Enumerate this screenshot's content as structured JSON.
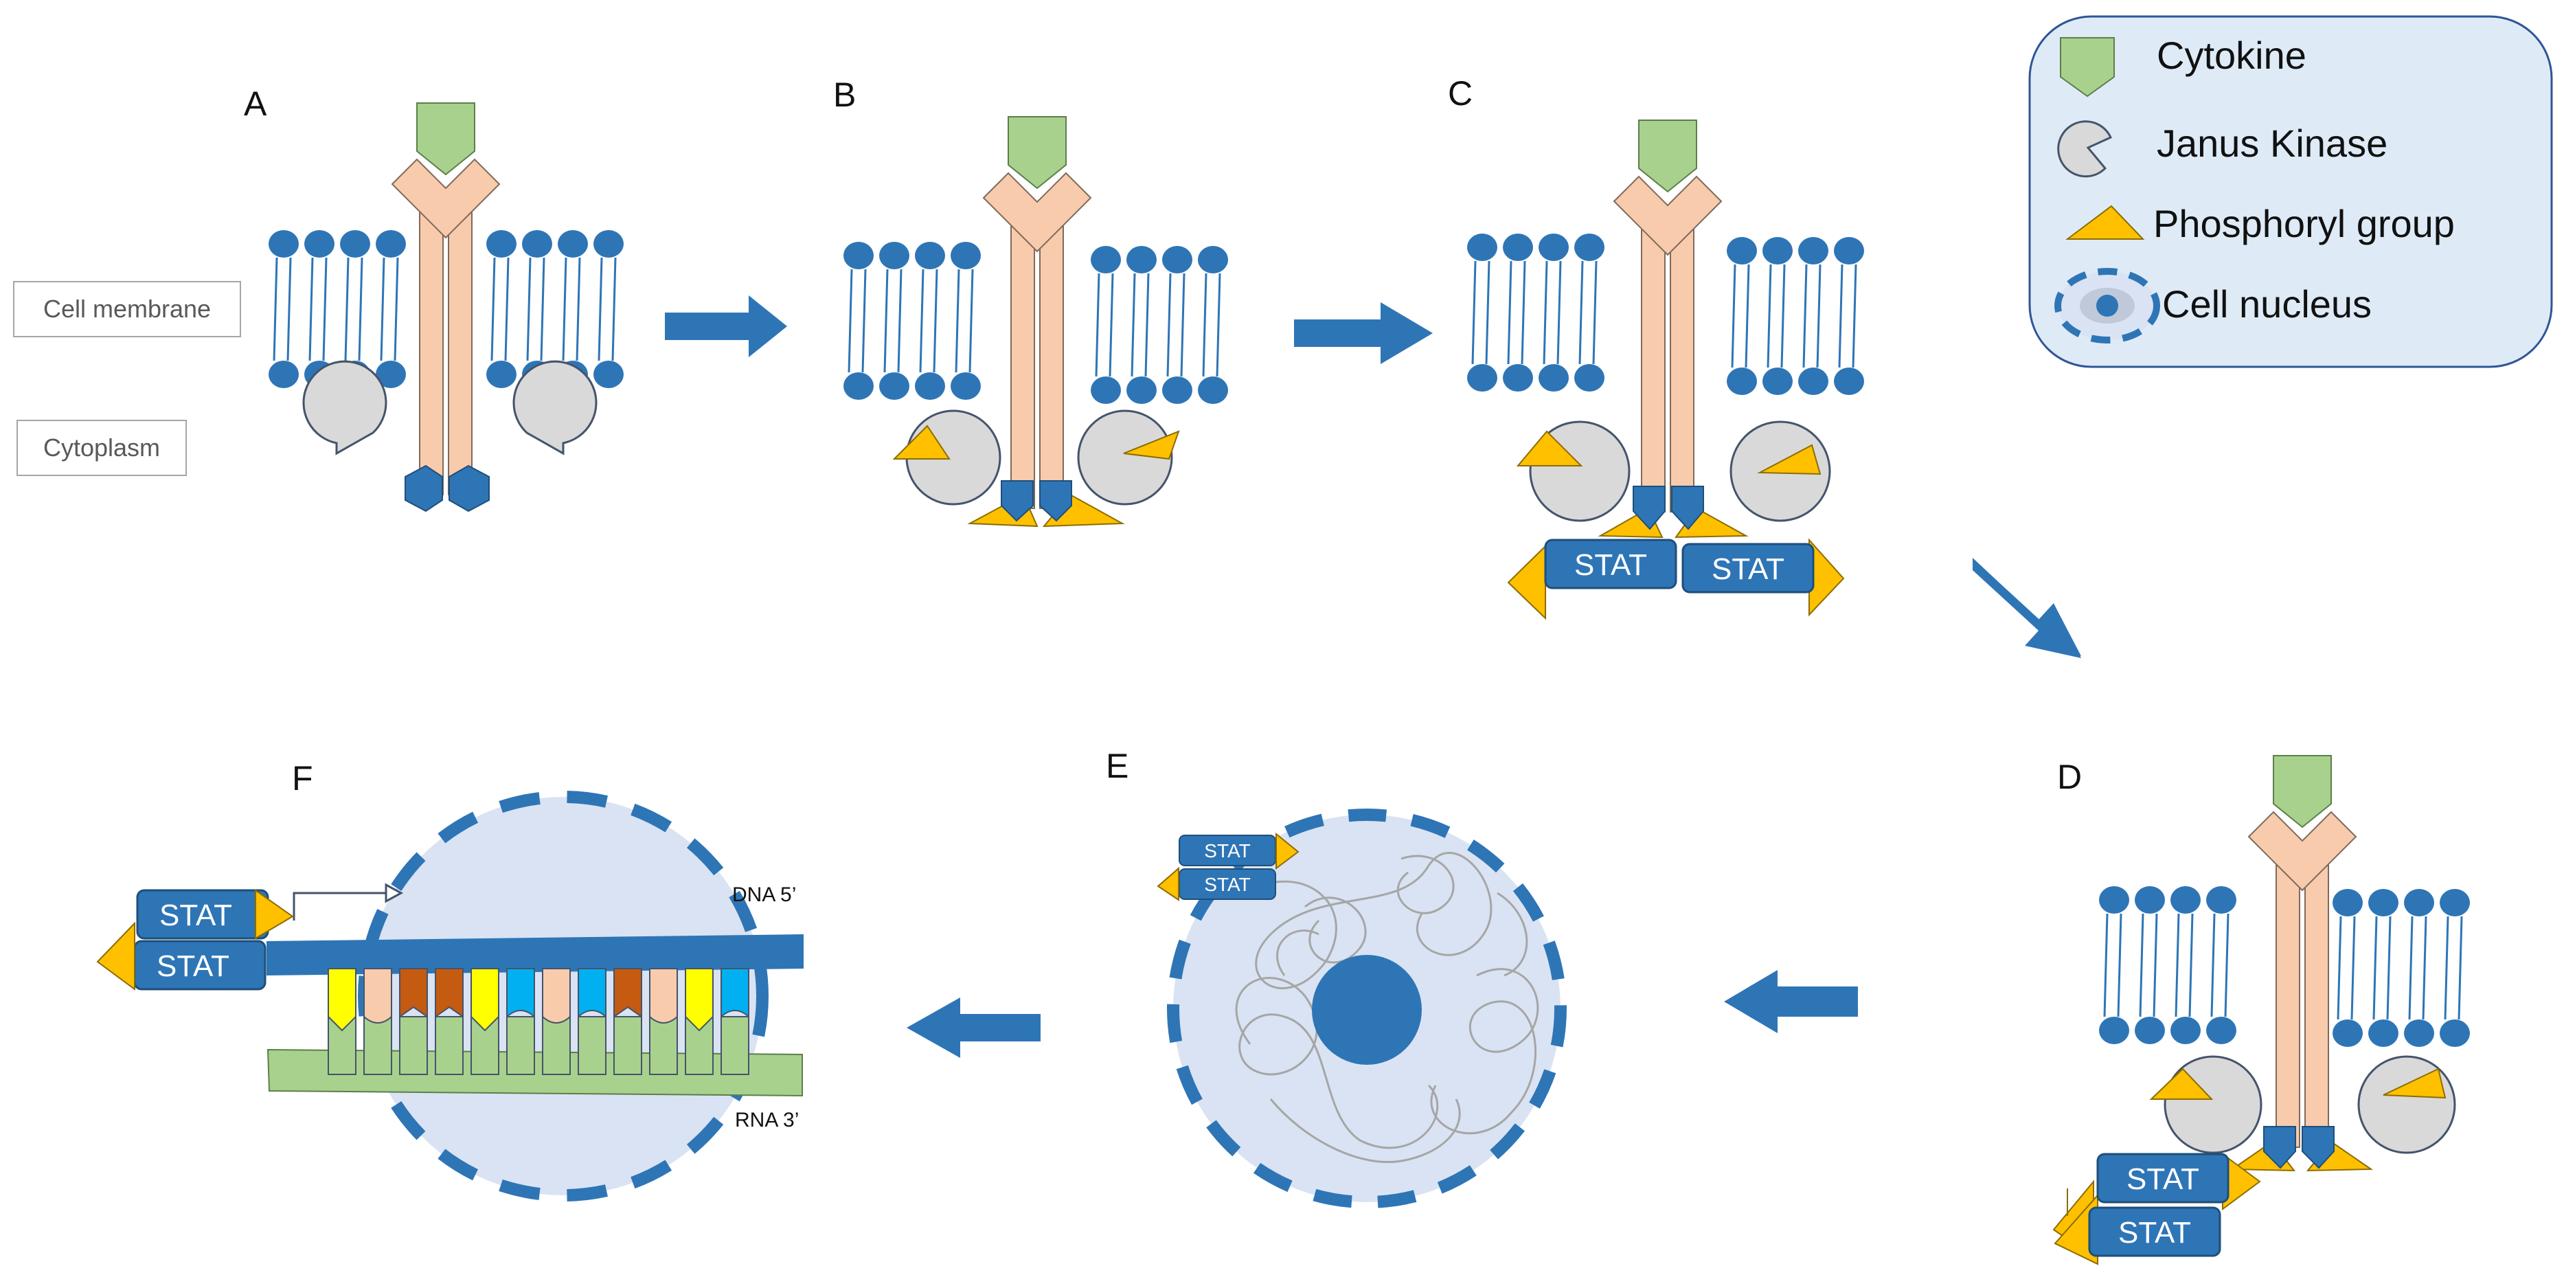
{
  "panels": {
    "a": {
      "letter": "A"
    },
    "b": {
      "letter": "B"
    },
    "c": {
      "letter": "C"
    },
    "d": {
      "letter": "D"
    },
    "e": {
      "letter": "E"
    },
    "f": {
      "letter": "F"
    }
  },
  "side_labels": {
    "cell_membrane": "Cell membrane",
    "cytoplasm": "Cytoplasm"
  },
  "legend": {
    "cytokine": "Cytokine",
    "janus_kinase": "Janus Kinase",
    "phosphoryl_group": "Phosphoryl group",
    "cell_nucleus": "Cell nucleus"
  },
  "stat_label": "STAT",
  "strands": {
    "dna": "DNA 5’",
    "rna": "RNA 3’"
  },
  "colors": {
    "membrane_blue": "#2E75B6",
    "stat_blue": "#2E75B6",
    "receptor": "#F8CBAD",
    "cytokine": "#A9D18E",
    "janus_kinase": "#D9D9D9",
    "phosphoryl": "#FFC000",
    "nucleus": "#DAE3F3",
    "legend_bg": "#DEEBF7",
    "base_yellow": "#FFFF00",
    "base_orange": "#C55A11",
    "base_cyan": "#00B0F0",
    "base_peach": "#F8CBAD",
    "rna_green": "#A9D18E"
  }
}
